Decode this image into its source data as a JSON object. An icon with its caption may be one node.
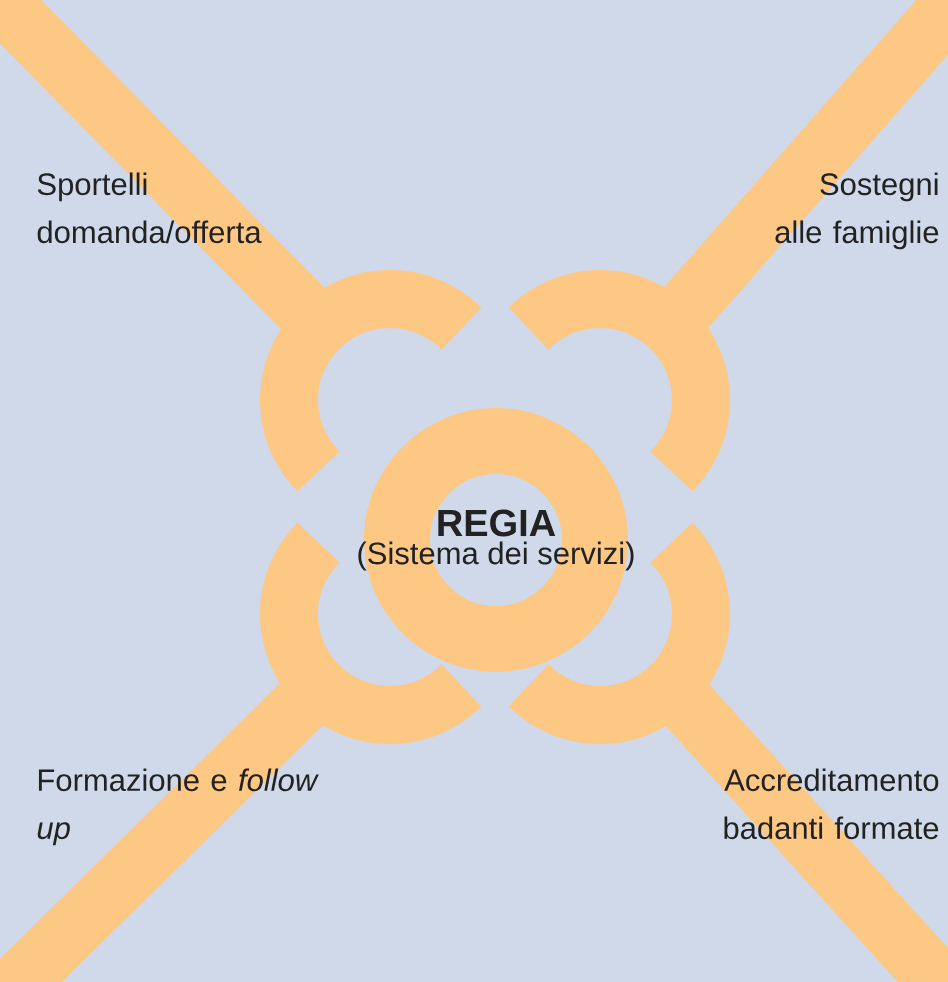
{
  "diagram": {
    "nodes": [
      {
        "text": [
          "REGIA",
          "(Sistema dei servizi)"
        ]
      }
    ],
    "labels": [
      "Sportelli domanda/offerta",
      "Sostegni alle famiglie",
      "Formazione e *follow up*",
      "Accreditamento badanti formate"
    ]
  }
}
